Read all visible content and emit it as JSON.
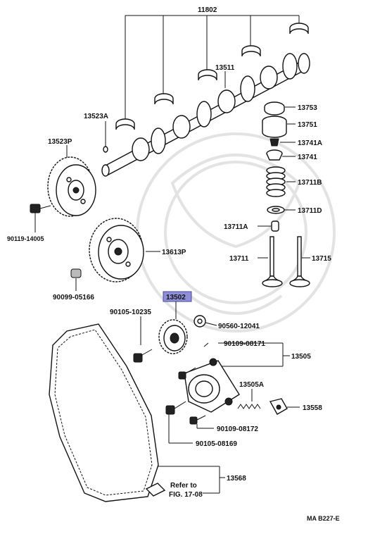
{
  "diagram": {
    "labels": {
      "l11802": "11802",
      "l13511": "13511",
      "l13523A": "13523A",
      "l13523P": "13523P",
      "l90119": "90119-14005",
      "l13613P": "13613P",
      "l90099": "90099-05166",
      "l13502": "13502",
      "l90105_10235": "90105-10235",
      "l90560": "90560-12041",
      "l90109_08171": "90109-08171",
      "l13505": "13505",
      "l13505A": "13505A",
      "l13558": "13558",
      "l90109_08172": "90109-08172",
      "l90105_08169": "90105-08169",
      "l13568": "13568",
      "l13753": "13753",
      "l13751": "13751",
      "l13741A": "13741A",
      "l13741": "13741",
      "l13711B": "13711B",
      "l13711D": "13711D",
      "l13711A": "13711A",
      "l13711": "13711",
      "l13715": "13715",
      "refer1": "Refer to",
      "refer2": "FIG. 17-08",
      "figcode": "MA B227-E"
    },
    "highlight_color": "#8f8fd8"
  }
}
